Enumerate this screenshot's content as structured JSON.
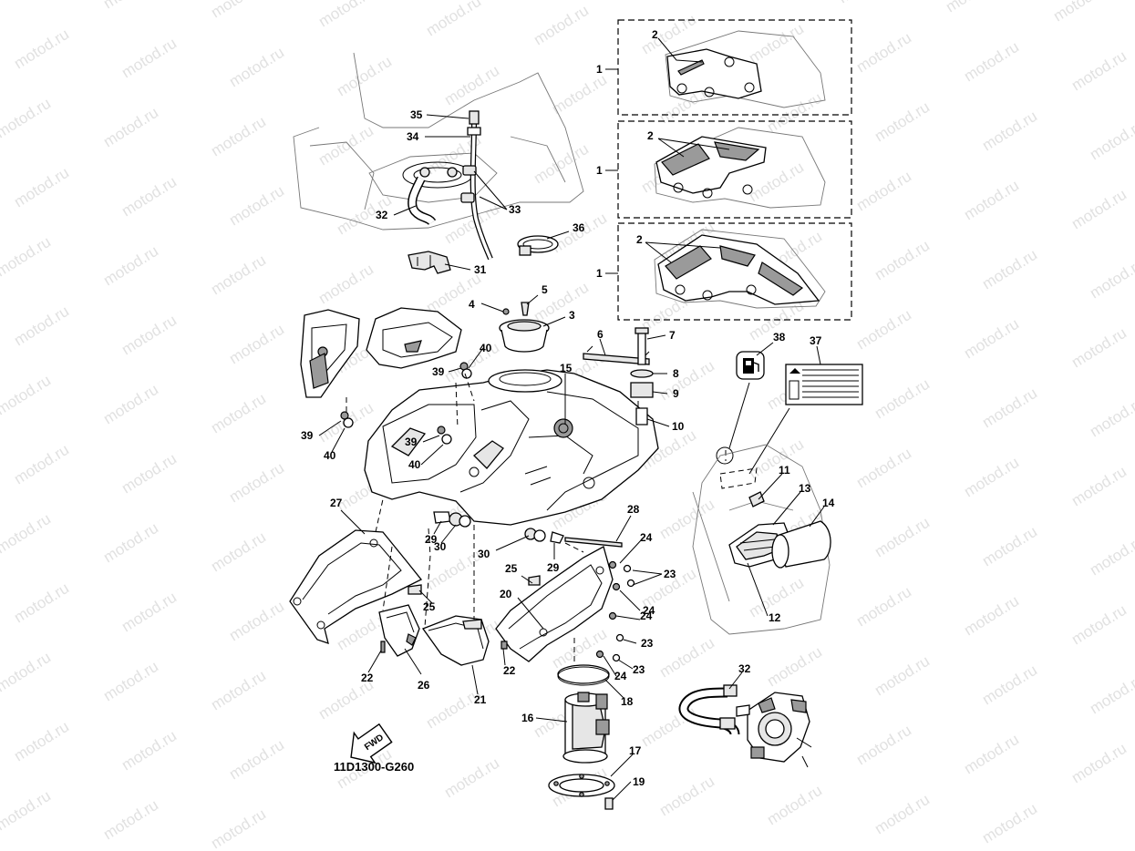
{
  "watermark": "motod.ru",
  "diagram_code": "11D1300-G260",
  "fwd_label": "FWD",
  "callouts": {
    "c1a": "1",
    "c1b": "1",
    "c1c": "1",
    "c2a": "2",
    "c2b": "2",
    "c2c": "2",
    "c3": "3",
    "c4": "4",
    "c5": "5",
    "c6": "6",
    "c7": "7",
    "c8": "8",
    "c9": "9",
    "c10": "10",
    "c11": "11",
    "c12": "12",
    "c13": "13",
    "c14": "14",
    "c15": "15",
    "c16": "16",
    "c17": "17",
    "c18": "18",
    "c19": "19",
    "c20": "20",
    "c21": "21",
    "c22a": "22",
    "c22b": "22",
    "c23a": "23",
    "c23b": "23",
    "c23c": "23",
    "c24a": "24",
    "c24b": "24",
    "c24c": "24",
    "c24d": "24",
    "c25a": "25",
    "c25b": "25",
    "c26": "26",
    "c27": "27",
    "c28": "28",
    "c29a": "29",
    "c29b": "29",
    "c30a": "30",
    "c30b": "30",
    "c31": "31",
    "c32a": "32",
    "c32b": "32",
    "c33": "33",
    "c34": "34",
    "c35": "35",
    "c36": "36",
    "c37": "37",
    "c38": "38",
    "c39a": "39",
    "c39b": "39",
    "c39c": "39",
    "c40a": "40",
    "c40b": "40",
    "c40c": "40"
  },
  "icons": {
    "fuel_pump_label": "fuel-pump-icon",
    "warning_label": "warning-label-icon",
    "fwd_arrow": "fwd-arrow-icon"
  }
}
